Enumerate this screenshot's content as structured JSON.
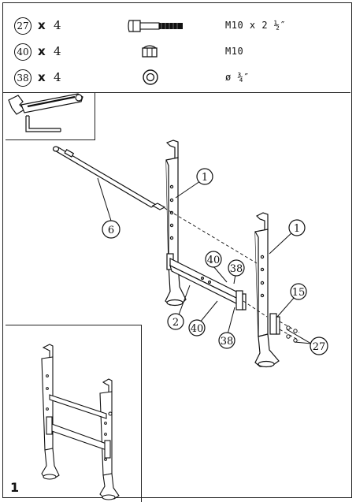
{
  "hardware": [
    {
      "part": "27",
      "mult": "x",
      "qty": "4",
      "spec": "M10 x 2 ½″",
      "icon": "bolt-icon"
    },
    {
      "part": "40",
      "mult": "x",
      "qty": "4",
      "spec": "M10",
      "icon": "nut-icon"
    },
    {
      "part": "38",
      "mult": "x",
      "qty": "4",
      "spec": "ø ¾″",
      "icon": "washer-icon"
    }
  ],
  "callouts": {
    "c1a": "1",
    "c1b": "1",
    "c6": "6",
    "c40a": "40",
    "c38a": "38",
    "c15": "15",
    "c2": "2",
    "c40b": "40",
    "c38b": "38",
    "c27": "27"
  },
  "step": {
    "number": "1"
  }
}
